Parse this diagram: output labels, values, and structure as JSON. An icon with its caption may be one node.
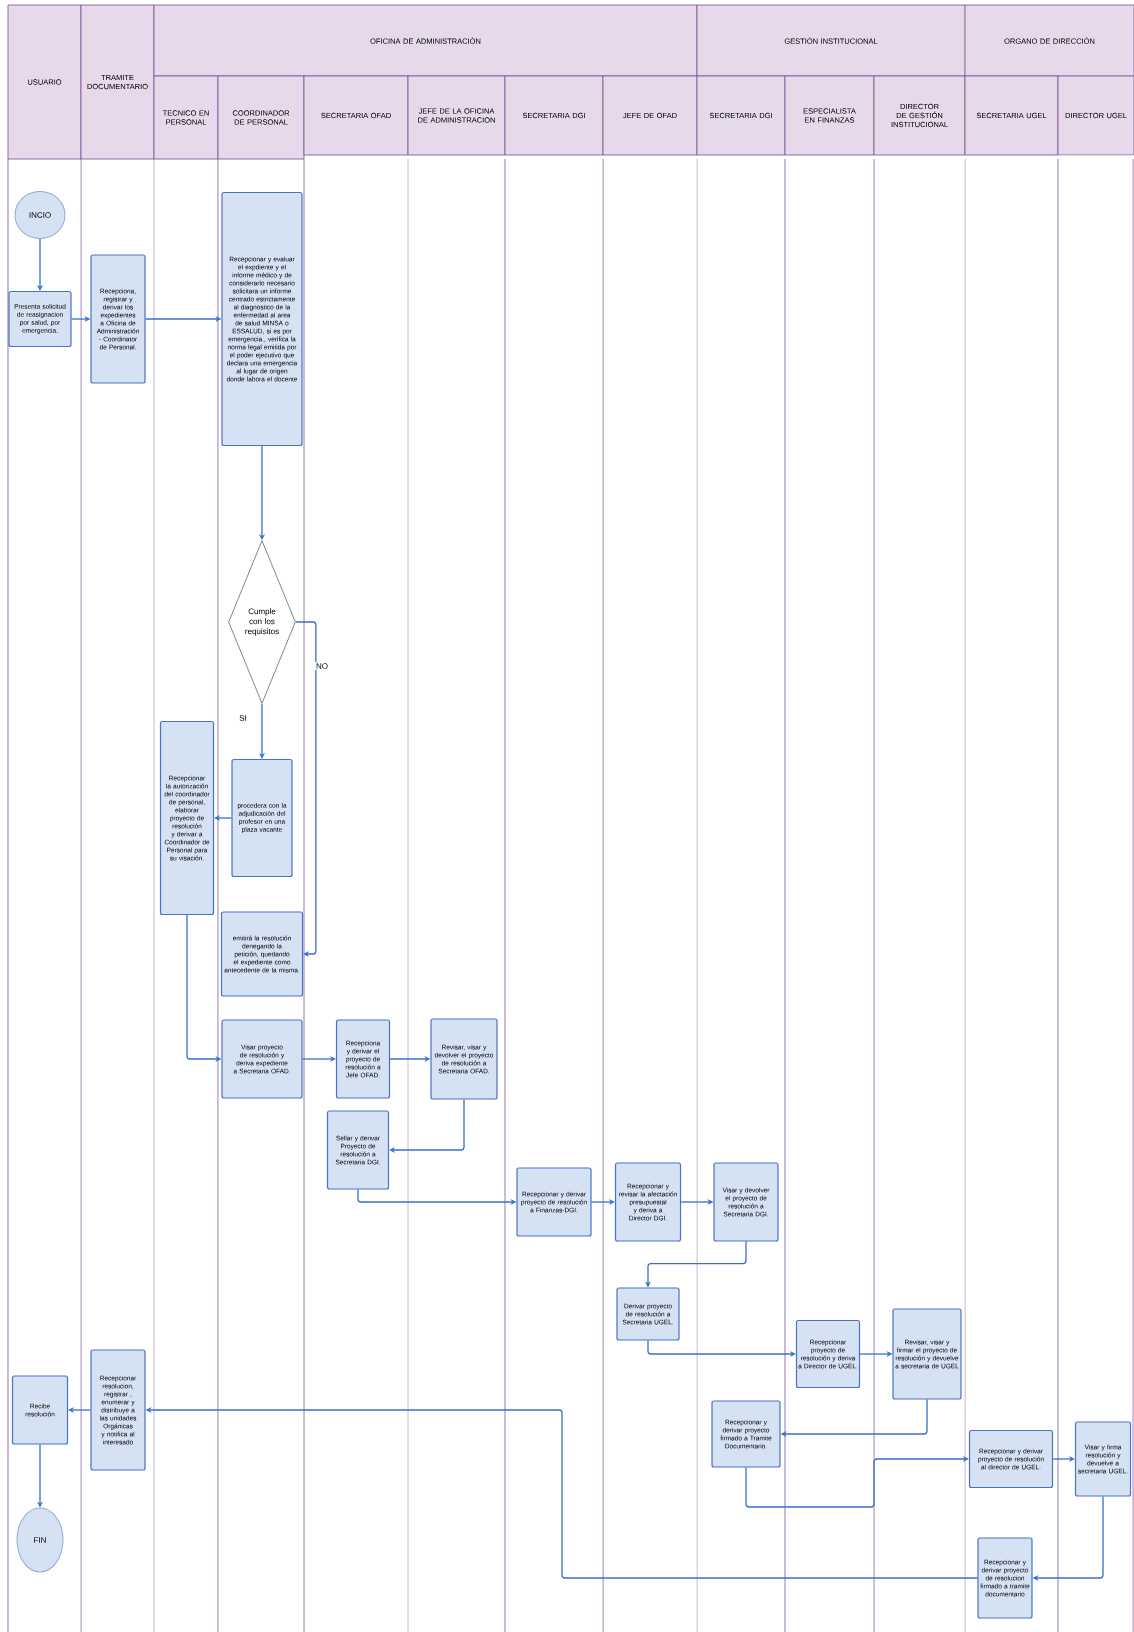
{
  "diagram": {
    "nodes": [
      {
        "text": [
          "INCIO"
        ]
      },
      {
        "text": [
          "Presenta solicitud de reasignacion por salud, por emergencia."
        ]
      },
      {
        "text": [
          "Recepciona, registrar y derivar los expedientes a Oficina de Administración - Coordinator de Personal."
        ]
      },
      {
        "text": [
          "Recepcionar y evaluar el expdiente y el informe médico y de considerarlo necesario solicitara un informe centrado estrictamente al diagnostico de la enfermedad al area de salud MINSA o ESSALUD, si es por emergencia., verifica la norma legal emitida por el poder ejecutivo que declara una emergencia al lugar de origen donde labora el docente"
        ]
      },
      {
        "text": [
          "Cumple con los requisitos"
        ]
      },
      {
        "text": [
          "procedera con la adjudicación del profesor en una plaza vacante"
        ]
      },
      {
        "text": [
          "Recepcionar la autorización del coordinador de personal, elaborar proyecto de resolución y derivar a Coordinador de Personal para su visación."
        ]
      },
      {
        "text": [
          "emitirá la resolución denegando la petición, quedando el expediente como antecedente de la misma."
        ]
      },
      {
        "text": [
          "Visar proyecto de resolución y deriva expediente a Secretaria OFAD."
        ]
      },
      {
        "text": [
          "Recepciona y derivar el proyecto de resolución a Jefe OFAD."
        ]
      },
      {
        "text": [
          "Revisar, visar y devolver el proyecto de resolución a Secretaria OFAD."
        ]
      },
      {
        "text": [
          "Sellar y derivar Proyecto de resolución a Secretaria DGI."
        ]
      },
      {
        "text": [
          "Recepcionar y derivar proyecto de resolución a Finanzas-DGI."
        ]
      },
      {
        "text": [
          "Recepcionar y revisar la afectación presupuestal y deriva a Director DGI."
        ]
      },
      {
        "text": [
          "Visar y devolver el proyecto de resolución a Secretaria DGI."
        ]
      },
      {
        "text": [
          "Derivar proyecto de resolución a Secretaria UGEL."
        ]
      },
      {
        "text": [
          "Recepcionar proyecto de resolución y deriva a Director de UGEL."
        ]
      },
      {
        "text": [
          "Revisar, visar y firmar el proyecto de resolución y devuelve a secretaria de UGEL"
        ]
      },
      {
        "text": [
          "Recepcionar y derivar proyecto firmado a Tramite Documentario."
        ]
      },
      {
        "text": [
          "Recepcionar y derivar proyecto de resolución al director de UGEL."
        ]
      },
      {
        "text": [
          "Visar y firma resolución y devuelve a secretaria UGEL."
        ]
      },
      {
        "text": [
          "Recepcionar y derivar proyecto de resolucion firmado a tramite documentario"
        ]
      },
      {
        "text": [
          "Recepcionar resolucion, registrar , enumerar y distribuye a las unidades Orgánicas y notifica al interesado"
        ]
      },
      {
        "text": [
          "Recibe resolución"
        ]
      },
      {
        "text": [
          "FIN"
        ]
      }
    ],
    "edges": [
      {
        "from": 0,
        "to": 1,
        "arrow": "to"
      },
      {
        "from": 1,
        "to": 2,
        "arrow": "to"
      },
      {
        "from": 2,
        "to": 3,
        "arrow": "to"
      },
      {
        "from": 3,
        "to": 4,
        "arrow": "to"
      },
      {
        "from": 4,
        "to": 5,
        "arrow": "to",
        "label": "SI"
      },
      {
        "from": 4,
        "to": 7,
        "arrow": "to",
        "label": "NO"
      },
      {
        "from": 5,
        "to": 6,
        "arrow": "to"
      },
      {
        "from": 6,
        "to": 8,
        "arrow": "to"
      },
      {
        "from": 8,
        "to": 9,
        "arrow": "to"
      },
      {
        "from": 9,
        "to": 10,
        "arrow": "to"
      },
      {
        "from": 10,
        "to": 11,
        "arrow": "to"
      },
      {
        "from": 11,
        "to": 12,
        "arrow": "to"
      },
      {
        "from": 12,
        "to": 13,
        "arrow": "to"
      },
      {
        "from": 13,
        "to": 14,
        "arrow": "to"
      },
      {
        "from": 14,
        "to": 15,
        "arrow": "to"
      },
      {
        "from": 15,
        "to": 16,
        "arrow": "to"
      },
      {
        "from": 16,
        "to": 17,
        "arrow": "to"
      },
      {
        "from": 17,
        "to": 18,
        "arrow": "to"
      },
      {
        "from": 18,
        "to": 19,
        "arrow": "to"
      },
      {
        "from": 19,
        "to": 20,
        "arrow": "to"
      },
      {
        "from": 20,
        "to": 21,
        "arrow": "to"
      },
      {
        "from": 21,
        "to": 22,
        "arrow": "to"
      },
      {
        "from": 22,
        "to": 23,
        "arrow": "to"
      },
      {
        "from": 23,
        "to": 24,
        "arrow": "to"
      }
    ],
    "labels": [
      "USUARIO",
      "TRAMITE DOCUMENTARIO",
      "OFICINA DE ADMINISTRACIÓN",
      "GESTIÓN INSTITUCIONAL",
      "ORGANO DE DIRECCIÓN",
      "TECNICO EN PERSONAL",
      "COORDINADOR DE PERSONAL",
      "SECRETARIA OFAD",
      "JEFE DE LA OFICINA DE ADMINISTRACION",
      "SECRETARIA DGI",
      "JEFE DE OFAD",
      "SECRETARIA DGI",
      "ESPECIALISTA EN FINANZAS",
      "DIRECTOR DE GESTIÓN INSTITUCIONAL",
      "SECRETARIA UGEL",
      "DIRECTOR UGEL"
    ]
  }
}
